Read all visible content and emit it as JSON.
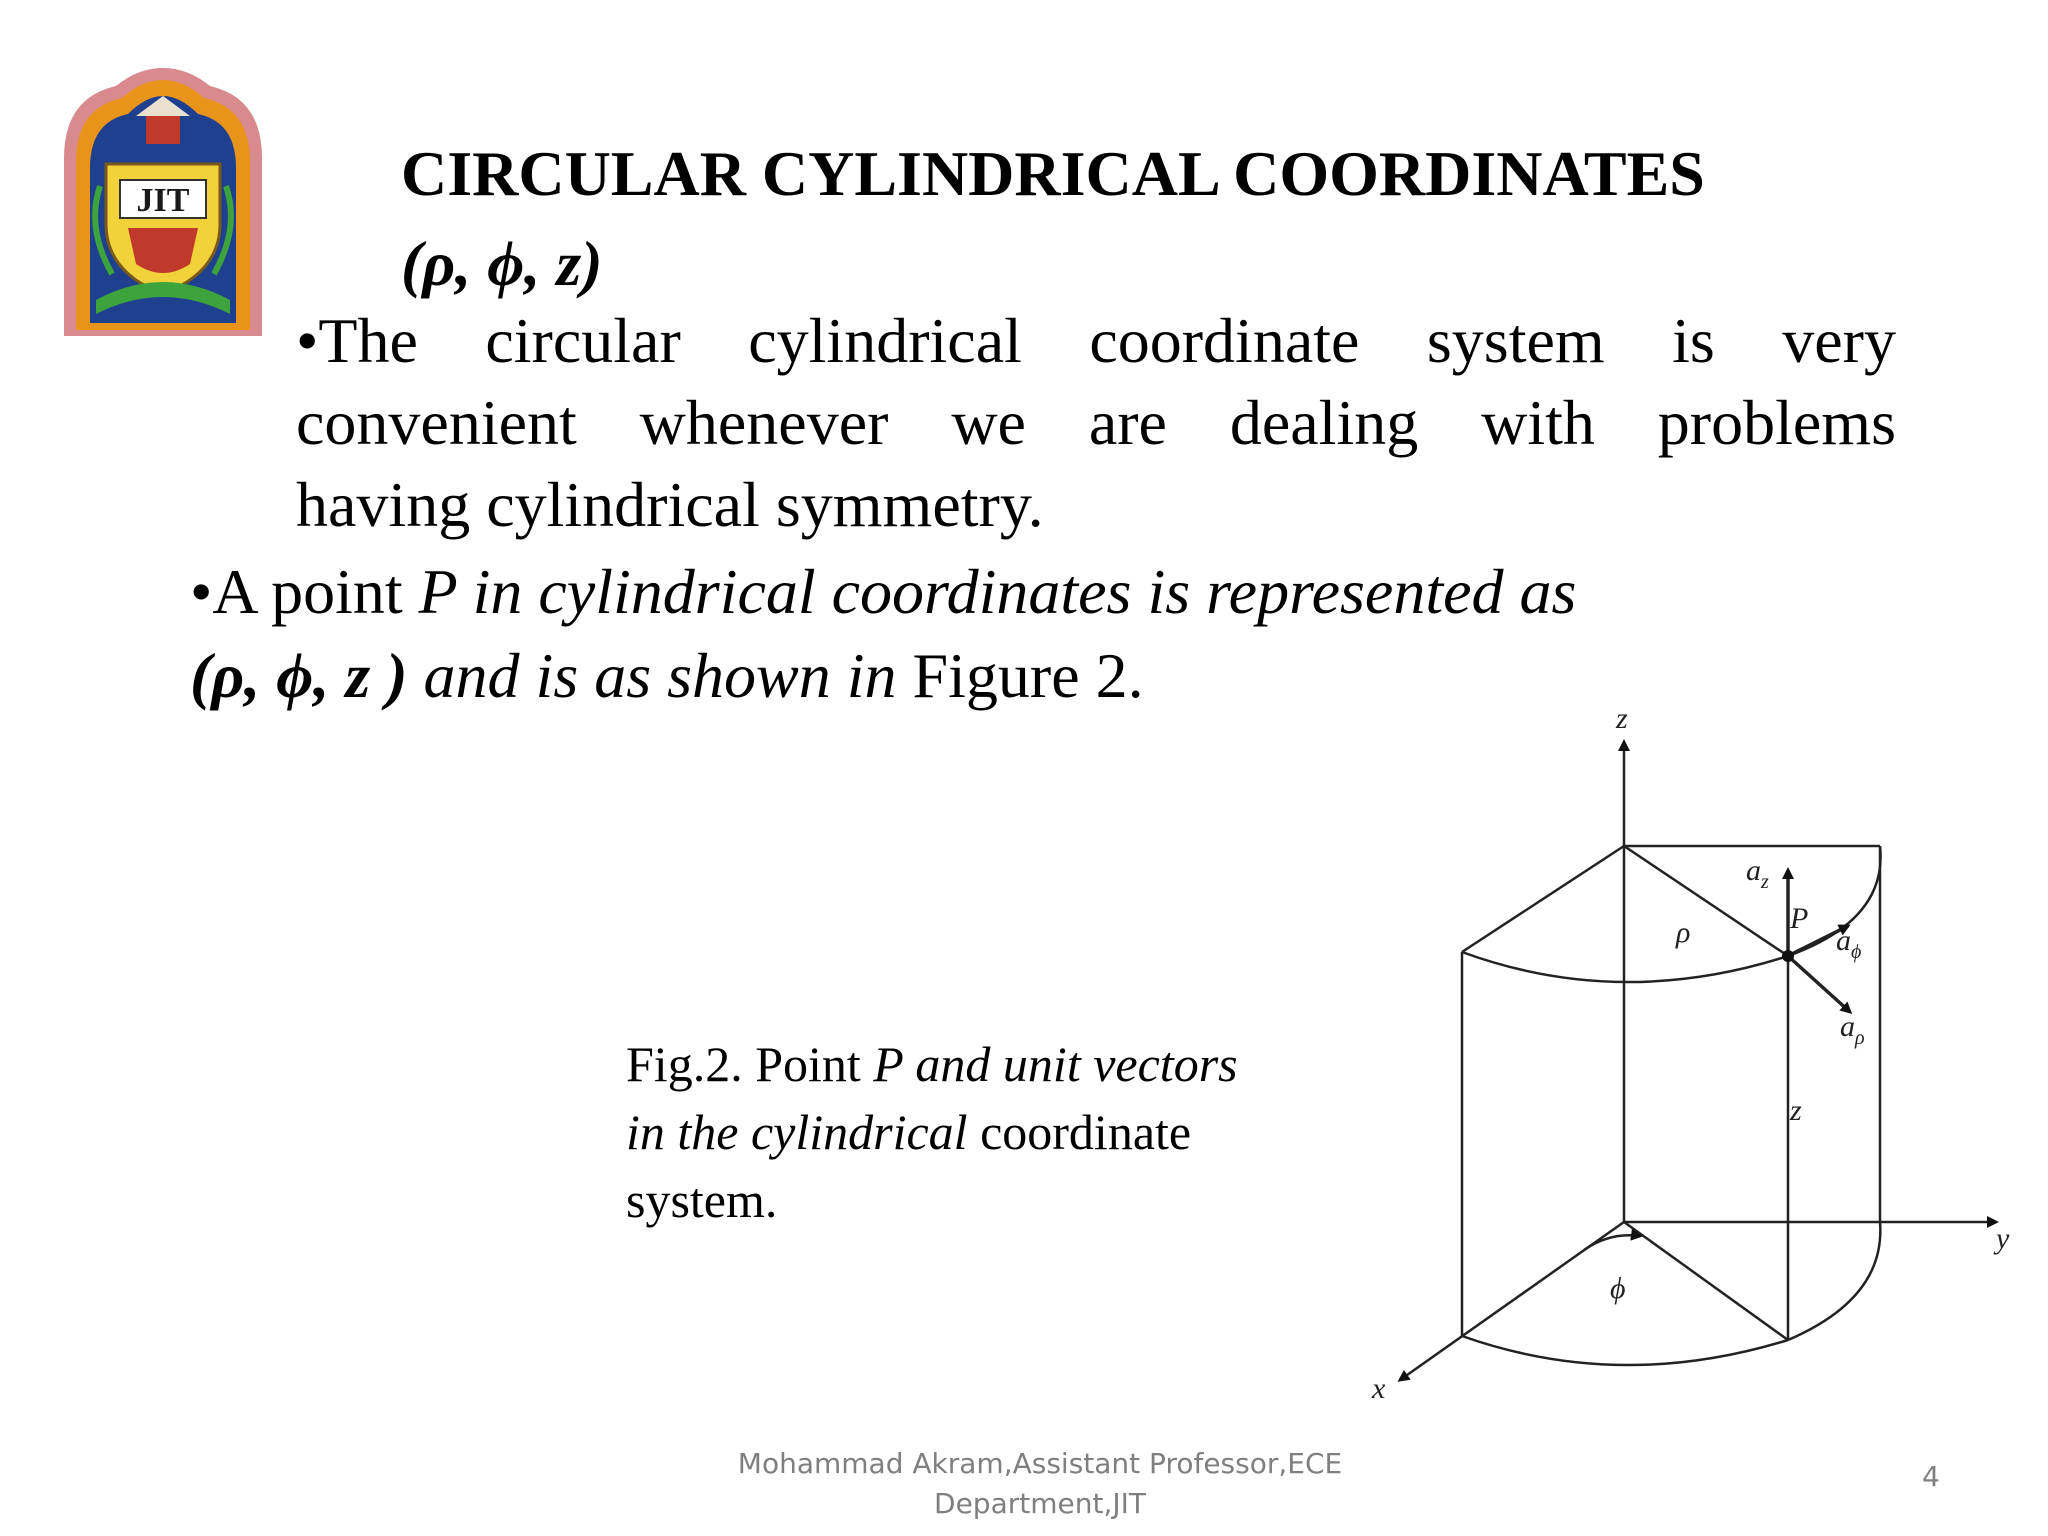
{
  "slide": {
    "title": "CIRCULAR CYLINDRICAL COORDINATES",
    "subtitle": "(ρ, ϕ, z)",
    "bullet1": {
      "line1": [
        "•The",
        "circular",
        "cylindrical",
        "coordinate",
        "system",
        "is",
        "very"
      ],
      "line2": [
        "convenient",
        "whenever",
        "we",
        "are",
        "dealing",
        "with",
        "problems"
      ],
      "line3": "having cylindrical symmetry."
    },
    "bullet2": {
      "prefix": "•A point ",
      "italic1": "P in cylindrical coordinates is represented as",
      "coords": "(ρ, ϕ, z )",
      "italic2": " and is as shown in ",
      "figref": "Figure 2."
    },
    "caption": {
      "part1": "Fig.2. Point ",
      "part2": "P and unit vectors",
      "part3": "in the cylindrical",
      "part4": " coordinate",
      "part5": "system."
    },
    "figure": {
      "labels": {
        "z_axis": "z",
        "y_axis": "y",
        "x_axis": "x",
        "rho": "ρ",
        "phi": "ϕ",
        "point": "P",
        "height": "z",
        "a": "a",
        "sub_z": "z",
        "sub_phi": "ϕ",
        "sub_rho": "ρ"
      }
    },
    "logo": {
      "text": "JIT"
    },
    "footer": {
      "line1": "Mohammad Akram,Assistant Professor,ECE",
      "line2": "Department,JIT"
    },
    "page_number": "4"
  }
}
